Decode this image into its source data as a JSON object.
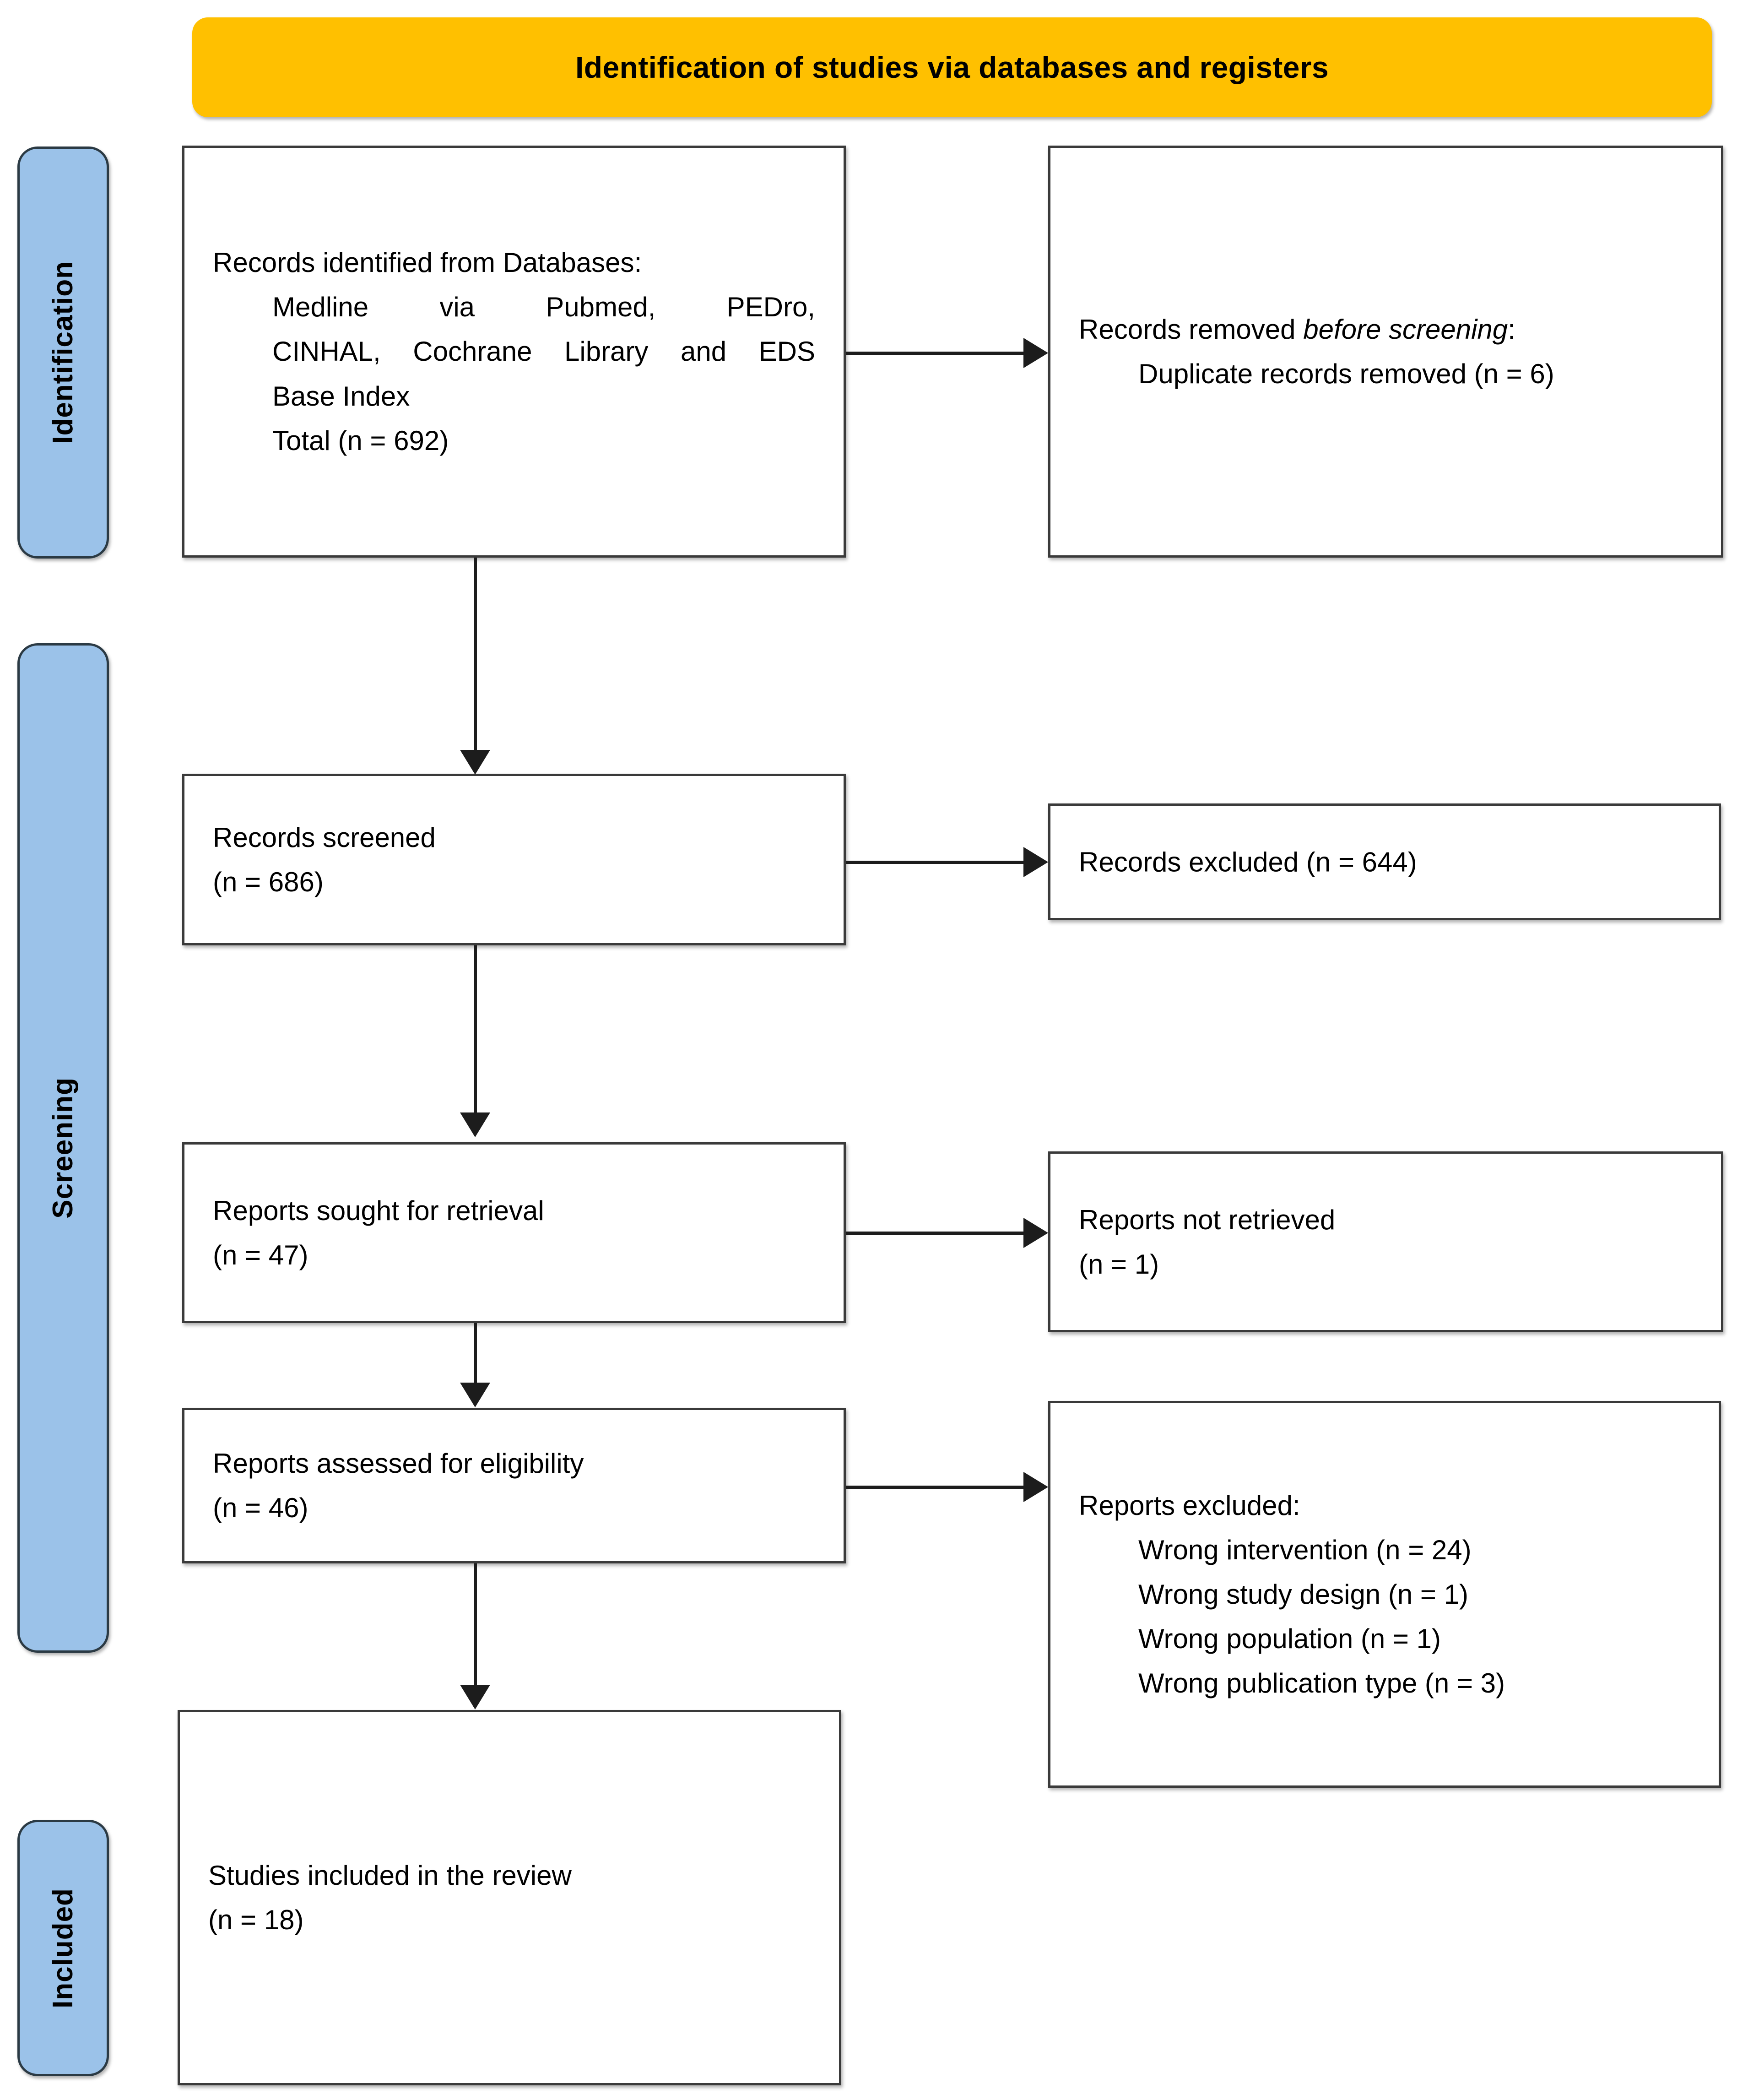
{
  "diagram": {
    "title": "Identification of studies via databases and registers"
  },
  "stages": [
    {
      "key": "identification",
      "label": "Identification"
    },
    {
      "key": "screening",
      "label": "Screening"
    },
    {
      "key": "included",
      "label": "Included"
    }
  ],
  "boxes": {
    "identified": {
      "heading": "Records identified from Databases:",
      "sources_line_1": "Medline via Pubmed, PEDro,",
      "sources_line_2": "CINHAL, Cochrane Library and EDS",
      "sources_line_3": "Base Index",
      "total": "Total (n = 692)"
    },
    "removed": {
      "heading_prefix": "Records removed ",
      "heading_em": "before screening",
      "heading_suffix": ":",
      "item_1": "Duplicate records removed (n = 6)"
    },
    "screened": {
      "label": "Records screened",
      "count": "(n = 686)"
    },
    "records_excluded": {
      "label": "Records excluded (n = 644)"
    },
    "sought": {
      "label": "Reports sought for retrieval",
      "count": "(n = 47)"
    },
    "not_retrieved": {
      "label": "Reports not retrieved",
      "count": "(n = 1)"
    },
    "assessed": {
      "label": "Reports assessed for eligibility",
      "count": "(n = 46)"
    },
    "reports_excluded": {
      "heading": "Reports excluded:",
      "reason_1": "Wrong intervention (n = 24)",
      "reason_2": "Wrong study design (n = 1)",
      "reason_3": "Wrong population (n = 1)",
      "reason_4": "Wrong publication type (n = 3)"
    },
    "included": {
      "label": "Studies included in the review",
      "count": "(n = 18)"
    }
  },
  "colors": {
    "banner": "#FFC000",
    "stage_tab": "#9BC2E9",
    "box_border": "#3A3A3A",
    "connector": "#1C1C1C"
  }
}
